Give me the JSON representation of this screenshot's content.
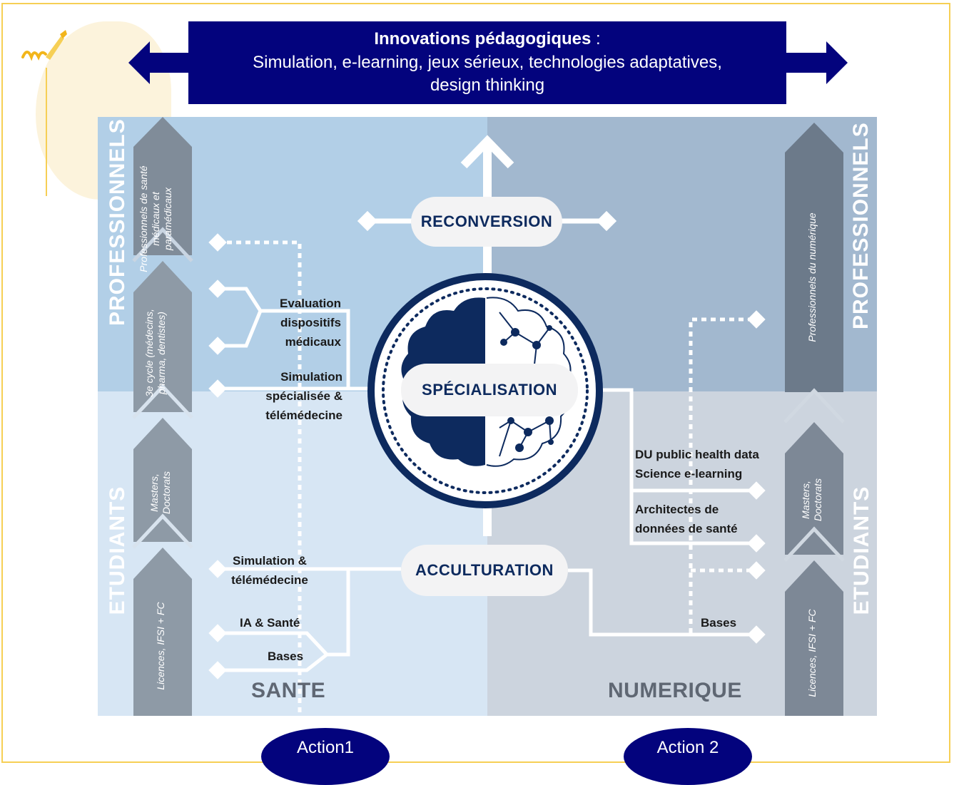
{
  "banner": {
    "title": "Innovations pédagogiques",
    "colon": " :",
    "line1": "Simulation, e-learning, jeux sérieux, technologies adaptatives,",
    "line2": "design thinking"
  },
  "left_column": {
    "top_label": "PROFESSIONNELS",
    "bottom_label": "ETUDIANTS",
    "stages": [
      "Professionnels de santé médicaux et paramédicaux",
      "3e cycle (médecins, pharma, dentistes)",
      "Masters, Doctorats",
      "Licences, IFSI + FC"
    ]
  },
  "right_column": {
    "top_label": "PROFESSIONNELS",
    "bottom_label": "ETUDIANTS",
    "stages": [
      "Professionnels du numérique",
      "Masters, Doctorats",
      "Licences, IFSI + FC"
    ]
  },
  "center": {
    "reconversion": "RECONVERSION",
    "specialisation": "SPÉCIALISATION",
    "acculturation": "ACCULTURATION"
  },
  "sante_labels": {
    "evaluation": [
      "Evaluation",
      "dispositifs",
      "médicaux"
    ],
    "simulation_spec": [
      "Simulation",
      "spécialisée &",
      "télémédecine"
    ],
    "simulation_tele": [
      "Simulation &",
      "télémédecine"
    ],
    "ia": "IA & Santé",
    "bases": "Bases"
  },
  "numerique_labels": {
    "du": [
      "DU public health data",
      "Science e-learning"
    ],
    "architectes": [
      "Architectes de",
      "données de santé"
    ],
    "bases": "Bases"
  },
  "domains": {
    "left": "SANTE",
    "right": "NUMERIQUE"
  },
  "actions": {
    "left": "Action1",
    "right": "Action 2"
  },
  "colors": {
    "navy": "#03037d",
    "brain": "#0d2a5e",
    "accent_yellow": "#f6cf55"
  }
}
